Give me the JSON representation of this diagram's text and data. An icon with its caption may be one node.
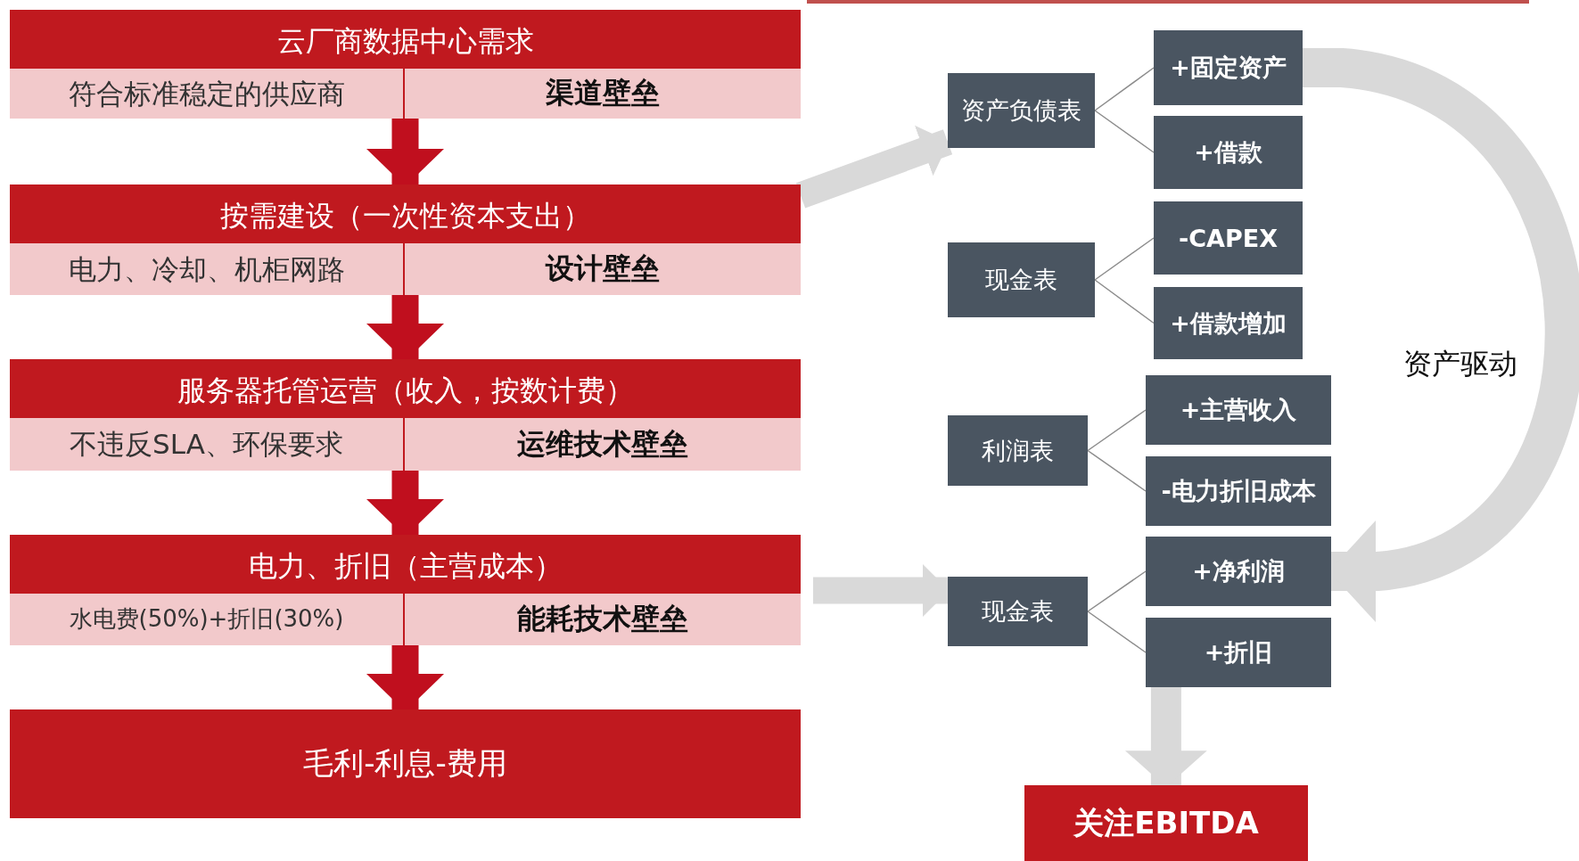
{
  "diagram": {
    "nodes": [
      {
        "text": [
          "云厂商数据中心需求"
        ]
      },
      {
        "text": [
          "符合标准稳定的供应商"
        ],
        "in": 0
      },
      {
        "text": [
          "渠道壁垒"
        ],
        "in": 0
      },
      {
        "text": [
          "按需建设（一次性资本支出）"
        ]
      },
      {
        "text": [
          "电力、冷却、机柜网路"
        ],
        "in": 3
      },
      {
        "text": [
          "设计壁垒"
        ],
        "in": 3
      },
      {
        "text": [
          "服务器托管运营（收入，按数计费）"
        ]
      },
      {
        "text": [
          "不违反SLA、环保要求"
        ],
        "in": 6
      },
      {
        "text": [
          "运维技术壁垒"
        ],
        "in": 6
      },
      {
        "text": [
          "电力、折旧（主营成本）"
        ]
      },
      {
        "text": [
          "水电费(50%)+折旧(30%)"
        ],
        "in": 9
      },
      {
        "text": [
          "能耗技术壁垒"
        ],
        "in": 9
      },
      {
        "text": [
          "毛利-利息-费用"
        ]
      },
      {
        "text": [
          "资产负债表"
        ]
      },
      {
        "text": [
          "+固定资产"
        ]
      },
      {
        "text": [
          "+借款"
        ]
      },
      {
        "text": [
          "现金表"
        ]
      },
      {
        "text": [
          "-CAPEX"
        ]
      },
      {
        "text": [
          "+借款增加"
        ]
      },
      {
        "text": [
          "利润表"
        ]
      },
      {
        "text": [
          "+主营收入"
        ]
      },
      {
        "text": [
          "-电力折旧成本"
        ]
      },
      {
        "text": [
          "现金表"
        ]
      },
      {
        "text": [
          "+净利润"
        ]
      },
      {
        "text": [
          "+折旧"
        ]
      },
      {
        "text": [
          "关注EBITDA"
        ]
      }
    ],
    "edges": [
      {
        "from": 0,
        "to": 3,
        "arrow": "to",
        "style": "thick",
        "color": "#c00f1e"
      },
      {
        "from": 3,
        "to": 6,
        "arrow": "to",
        "style": "thick",
        "color": "#c00f1e"
      },
      {
        "from": 6,
        "to": 9,
        "arrow": "to",
        "style": "thick",
        "color": "#c00f1e"
      },
      {
        "from": 9,
        "to": 12,
        "arrow": "to",
        "style": "thick",
        "color": "#c00f1e"
      },
      {
        "from": 3,
        "to": 13,
        "arrow": "to",
        "style": "thick",
        "color": "#d9d9d9"
      },
      {
        "from": 9,
        "to": 22,
        "arrow": "to",
        "style": "thick",
        "color": "#d9d9d9"
      },
      {
        "from": 13,
        "to": 14,
        "arrow": "none"
      },
      {
        "from": 13,
        "to": 15,
        "arrow": "none"
      },
      {
        "from": 16,
        "to": 17,
        "arrow": "none"
      },
      {
        "from": 16,
        "to": 18,
        "arrow": "none"
      },
      {
        "from": 19,
        "to": 20,
        "arrow": "none"
      },
      {
        "from": 19,
        "to": 21,
        "arrow": "none"
      },
      {
        "from": 22,
        "to": 23,
        "arrow": "none"
      },
      {
        "from": 22,
        "to": 24,
        "arrow": "none"
      },
      {
        "from": 14,
        "to": 23,
        "label": "资产驱动",
        "arrow": "to",
        "style": "thick",
        "color": "#d9d9d9"
      },
      {
        "from": 24,
        "to": 25,
        "arrow": "to",
        "style": "thick",
        "color": "#d9d9d9"
      }
    ]
  }
}
